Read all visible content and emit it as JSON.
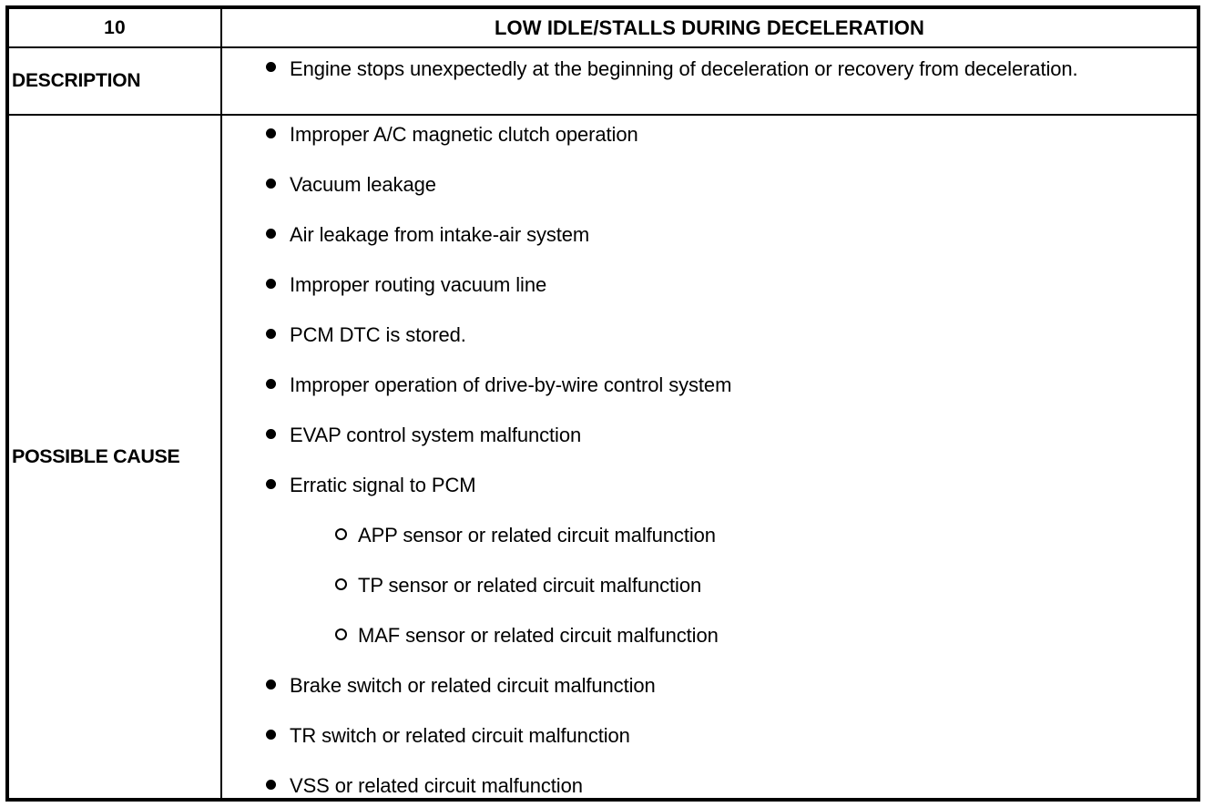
{
  "table": {
    "header": {
      "number": "10",
      "title": "LOW IDLE/STALLS DURING DECELERATION"
    },
    "rows": [
      {
        "label": "DESCRIPTION",
        "items": [
          {
            "level": 1,
            "marker": "filled-bullet",
            "text": "Engine stops unexpectedly at the beginning of deceleration or recovery from deceleration."
          }
        ]
      },
      {
        "label": "POSSIBLE CAUSE",
        "items": [
          {
            "level": 1,
            "marker": "filled-bullet",
            "text": "Improper A/C magnetic clutch operation"
          },
          {
            "level": 1,
            "marker": "filled-bullet",
            "text": "Vacuum leakage"
          },
          {
            "level": 1,
            "marker": "filled-bullet",
            "text": "Air leakage from intake-air system"
          },
          {
            "level": 1,
            "marker": "filled-bullet",
            "text": "Improper routing vacuum line"
          },
          {
            "level": 1,
            "marker": "filled-bullet",
            "text": "PCM DTC is stored."
          },
          {
            "level": 1,
            "marker": "filled-bullet",
            "text": "Improper operation of drive-by-wire control system"
          },
          {
            "level": 1,
            "marker": "filled-bullet",
            "text": "EVAP control system malfunction"
          },
          {
            "level": 1,
            "marker": "filled-bullet",
            "text": "Erratic signal to PCM"
          },
          {
            "level": 2,
            "marker": "hollow-bullet",
            "text": "APP sensor or related circuit malfunction"
          },
          {
            "level": 2,
            "marker": "hollow-bullet",
            "text": "TP sensor or related circuit malfunction"
          },
          {
            "level": 2,
            "marker": "hollow-bullet",
            "text": "MAF sensor or related circuit malfunction"
          },
          {
            "level": 1,
            "marker": "filled-bullet",
            "text": "Brake switch or related circuit malfunction"
          },
          {
            "level": 1,
            "marker": "filled-bullet",
            "text": "TR switch or related circuit malfunction"
          },
          {
            "level": 1,
            "marker": "filled-bullet",
            "text": "VSS or related circuit malfunction"
          }
        ]
      }
    ]
  },
  "colors": {
    "border": "#000000",
    "text": "#000000",
    "background": "#ffffff"
  }
}
